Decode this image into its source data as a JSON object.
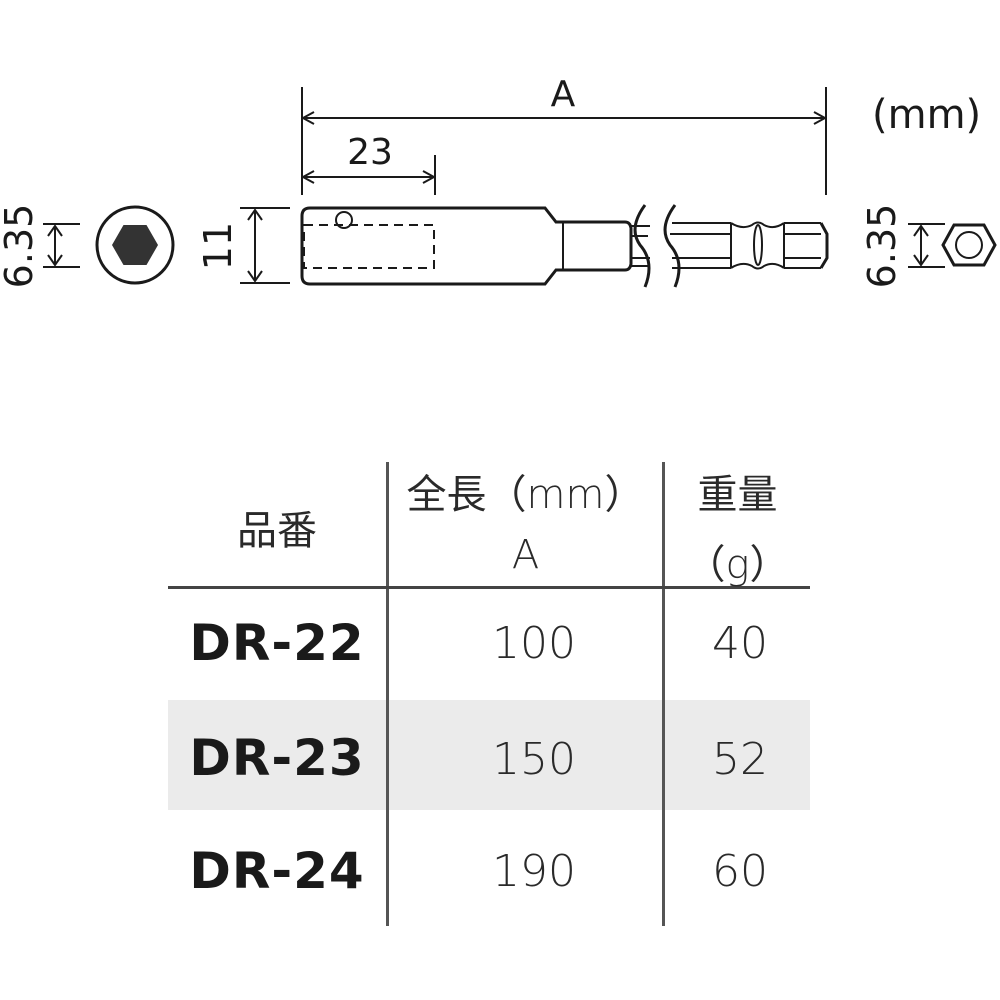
{
  "drawing": {
    "unit_label": "(mm)",
    "dimensions": {
      "overall_length": "A",
      "socket_depth": "23",
      "body_diameter": "11",
      "socket_hex_size": "6.35",
      "shank_hex_size": "6.35"
    }
  },
  "table": {
    "headers": {
      "model": "品番",
      "length_line1": "全長（mm）",
      "length_line2": "A",
      "weight_line1": "重量",
      "weight_line2": "（g）"
    },
    "rows": [
      {
        "model": "DR-22",
        "length": "100",
        "weight": "40"
      },
      {
        "model": "DR-23",
        "length": "150",
        "weight": "52"
      },
      {
        "model": "DR-24",
        "length": "190",
        "weight": "60"
      }
    ],
    "stripe_color": "#ebebeb"
  }
}
